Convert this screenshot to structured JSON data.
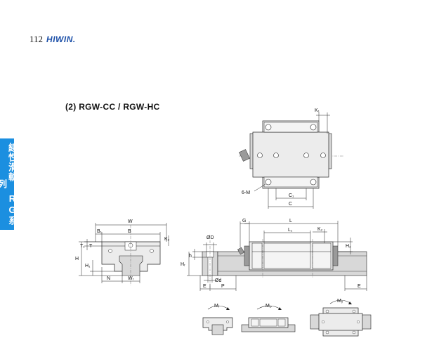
{
  "header": {
    "page_number": "112",
    "brand": "HIWIN."
  },
  "section_title": "(2) RGW-CC / RGW-HC",
  "side_tab": "線性滑軌 RG系列",
  "top_view_labels": {
    "k1": "K₁",
    "mount_holes": "6-M",
    "c1": "C₁",
    "c": "C"
  },
  "front_view_labels": {
    "w": "W",
    "b1": "B₁",
    "b": "B",
    "t1": "T₁",
    "t": "T",
    "k2": "K₂",
    "h": "H",
    "h1": "H₁",
    "n": "N",
    "wr": "Wᵣ"
  },
  "rail_section_labels": {
    "od_big": "ØD",
    "h_small": "h",
    "hr": "Hᵣ",
    "od_small": "Ød",
    "e": "E",
    "p": "P"
  },
  "side_view_labels": {
    "g": "G",
    "l": "L",
    "l1": "L₁",
    "k2": "K₂",
    "h2": "H₂",
    "e": "E"
  },
  "moment_labels": {
    "mr": "Mᵣ",
    "mp": "Mₚ",
    "my": "Mᵧ"
  }
}
